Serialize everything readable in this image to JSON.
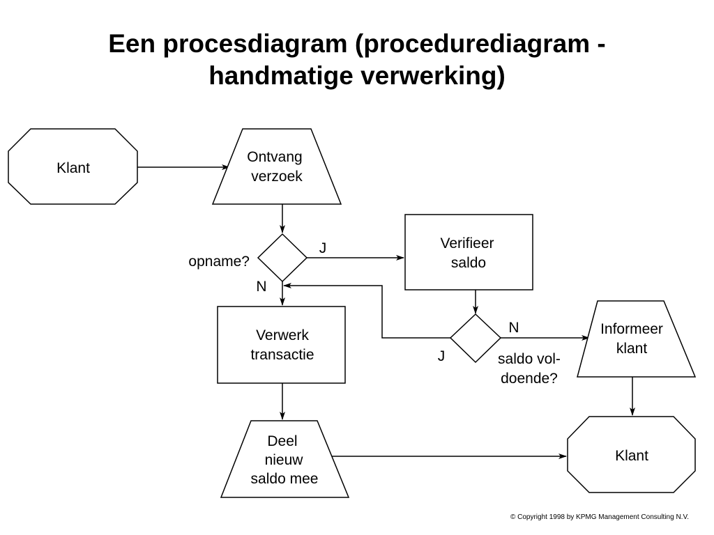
{
  "title": {
    "line1": "Een procesdiagram (procedurediagram -",
    "line2": "handmatige verwerking)"
  },
  "nodes": {
    "klant_start": {
      "lines": [
        "Klant"
      ],
      "shape": "octagon"
    },
    "ontvang": {
      "lines": [
        "Ontvang",
        "verzoek"
      ],
      "shape": "trapezoid"
    },
    "opname": {
      "label": "opname?",
      "shape": "diamond"
    },
    "verifieer": {
      "lines": [
        "Verifieer",
        "saldo"
      ],
      "shape": "rectangle"
    },
    "verwerk": {
      "lines": [
        "Verwerk",
        "transactie"
      ],
      "shape": "rectangle"
    },
    "saldo_check": {
      "lines": [
        "saldo vol-",
        "doende?"
      ],
      "shape": "diamond"
    },
    "informeer": {
      "lines": [
        "Informeer",
        "klant"
      ],
      "shape": "trapezoid"
    },
    "deel": {
      "lines": [
        "Deel",
        "nieuw",
        "saldo mee"
      ],
      "shape": "trapezoid"
    },
    "klant_end": {
      "lines": [
        "Klant"
      ],
      "shape": "octagon"
    }
  },
  "edge_labels": {
    "opname_yes": "J",
    "opname_no": "N",
    "saldo_no": "N",
    "saldo_yes": "J"
  },
  "copyright": "© Copyright 1998 by KPMG Management Consulting N.V."
}
